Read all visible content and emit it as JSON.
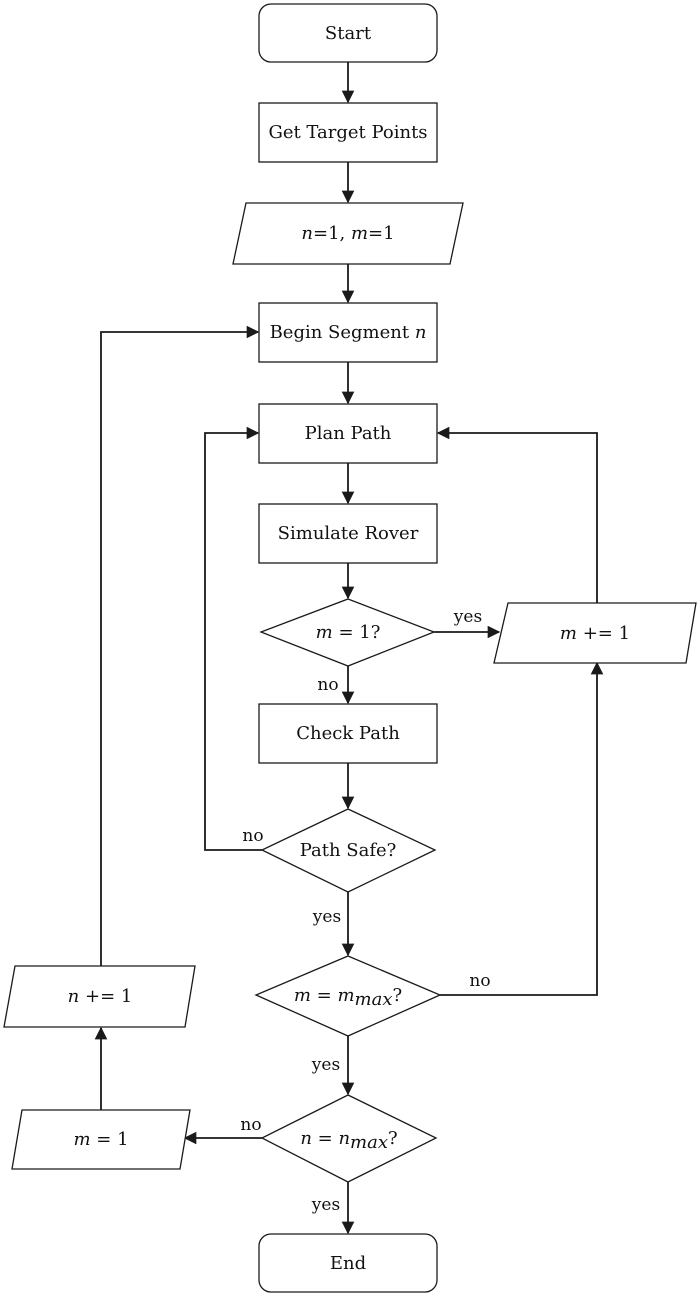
{
  "nodes": {
    "start": "Start",
    "get_targets": "Get Target Points",
    "init_n": "n",
    "init_mid": "=1, ",
    "init_m": "m",
    "init_end": "=1",
    "begin_prefix": "Begin Segment ",
    "begin_var": "n",
    "plan_path": "Plan Path",
    "simulate_rover": "Simulate Rover",
    "m_eq1_var": "m",
    "m_eq1_rest": " = 1?",
    "m_inc_var": "m",
    "m_inc_rest": " += 1",
    "check_path": "Check Path",
    "path_safe": "Path Safe?",
    "m_max_var": "m",
    "m_max_eq": " = ",
    "m_max_m": "m",
    "m_max_sub": "max",
    "m_max_q": "?",
    "n_inc_var": "n",
    "n_inc_rest": " += 1",
    "m_reset_var": "m",
    "m_reset_rest": " = 1",
    "n_max_var": "n",
    "n_max_eq": " = ",
    "n_max_n": "n",
    "n_max_sub": "max",
    "n_max_q": "?",
    "end": "End"
  },
  "edge_labels": {
    "m1_yes": "yes",
    "m1_no": "no",
    "safe_no": "no",
    "safe_yes": "yes",
    "mmax_no": "no",
    "mmax_yes": "yes",
    "nmax_no": "no",
    "nmax_yes": "yes"
  }
}
